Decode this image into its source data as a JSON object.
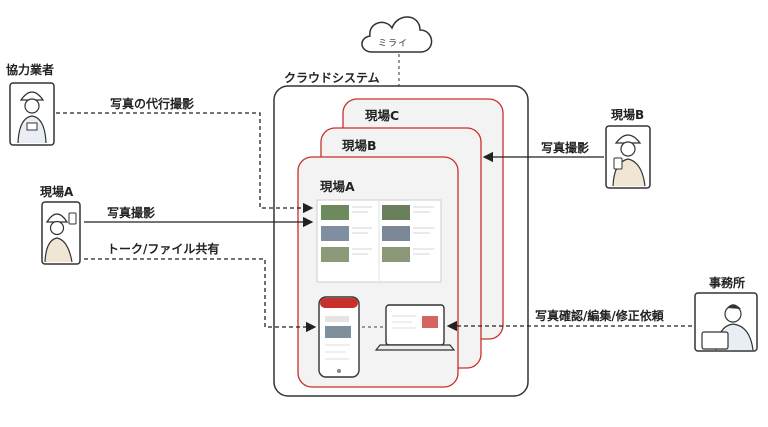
{
  "cloud": {
    "label": "ミライ"
  },
  "system": {
    "title": "クラウドシステム"
  },
  "sites": {
    "c": "現場C",
    "b": "現場B",
    "a": "現場A"
  },
  "actors": {
    "partner": "協力業者",
    "site_a": "現場A",
    "site_b": "現場B",
    "office": "事務所"
  },
  "arrows": {
    "partner_photo": "写真の代行撮影",
    "site_a_photo": "写真撮影",
    "site_a_talk": "トーク/ファイル共有",
    "site_b_photo": "写真撮影",
    "office_request": "写真確認/編集/修正依頼"
  },
  "colors": {
    "accent": "#c8302c",
    "panel_fill": "#f3f3f3",
    "line": "#222222"
  }
}
